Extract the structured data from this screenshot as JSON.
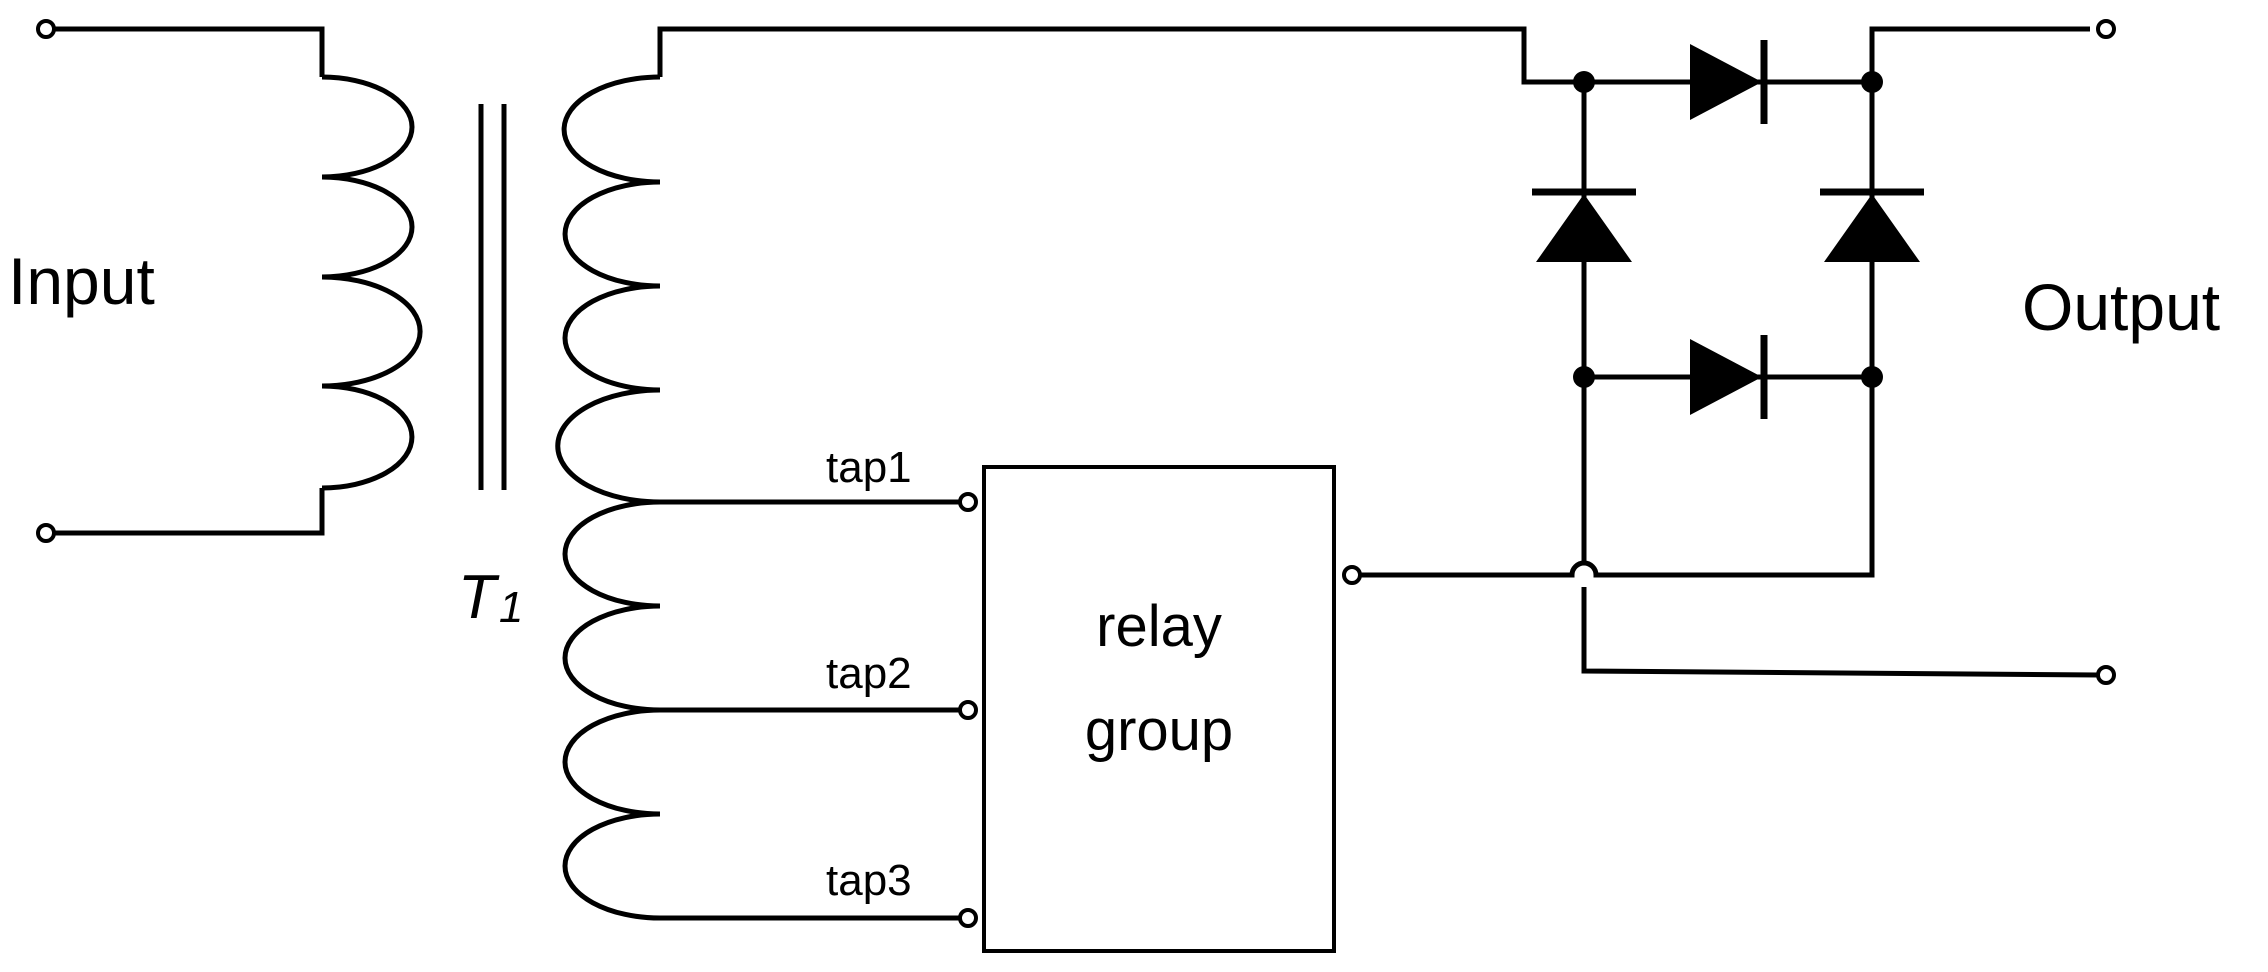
{
  "labels": {
    "input": "Input",
    "output": "Output",
    "transformer": "T",
    "transformer_sub": "1",
    "tap1": "tap1",
    "tap2": "tap2",
    "tap3": "tap3",
    "relay_line1": "relay",
    "relay_line2": "group"
  },
  "components": {
    "transformer": "T1",
    "diode_count": 4,
    "secondary_taps": [
      "tap1",
      "tap2",
      "tap3"
    ],
    "relay": "relay group"
  }
}
